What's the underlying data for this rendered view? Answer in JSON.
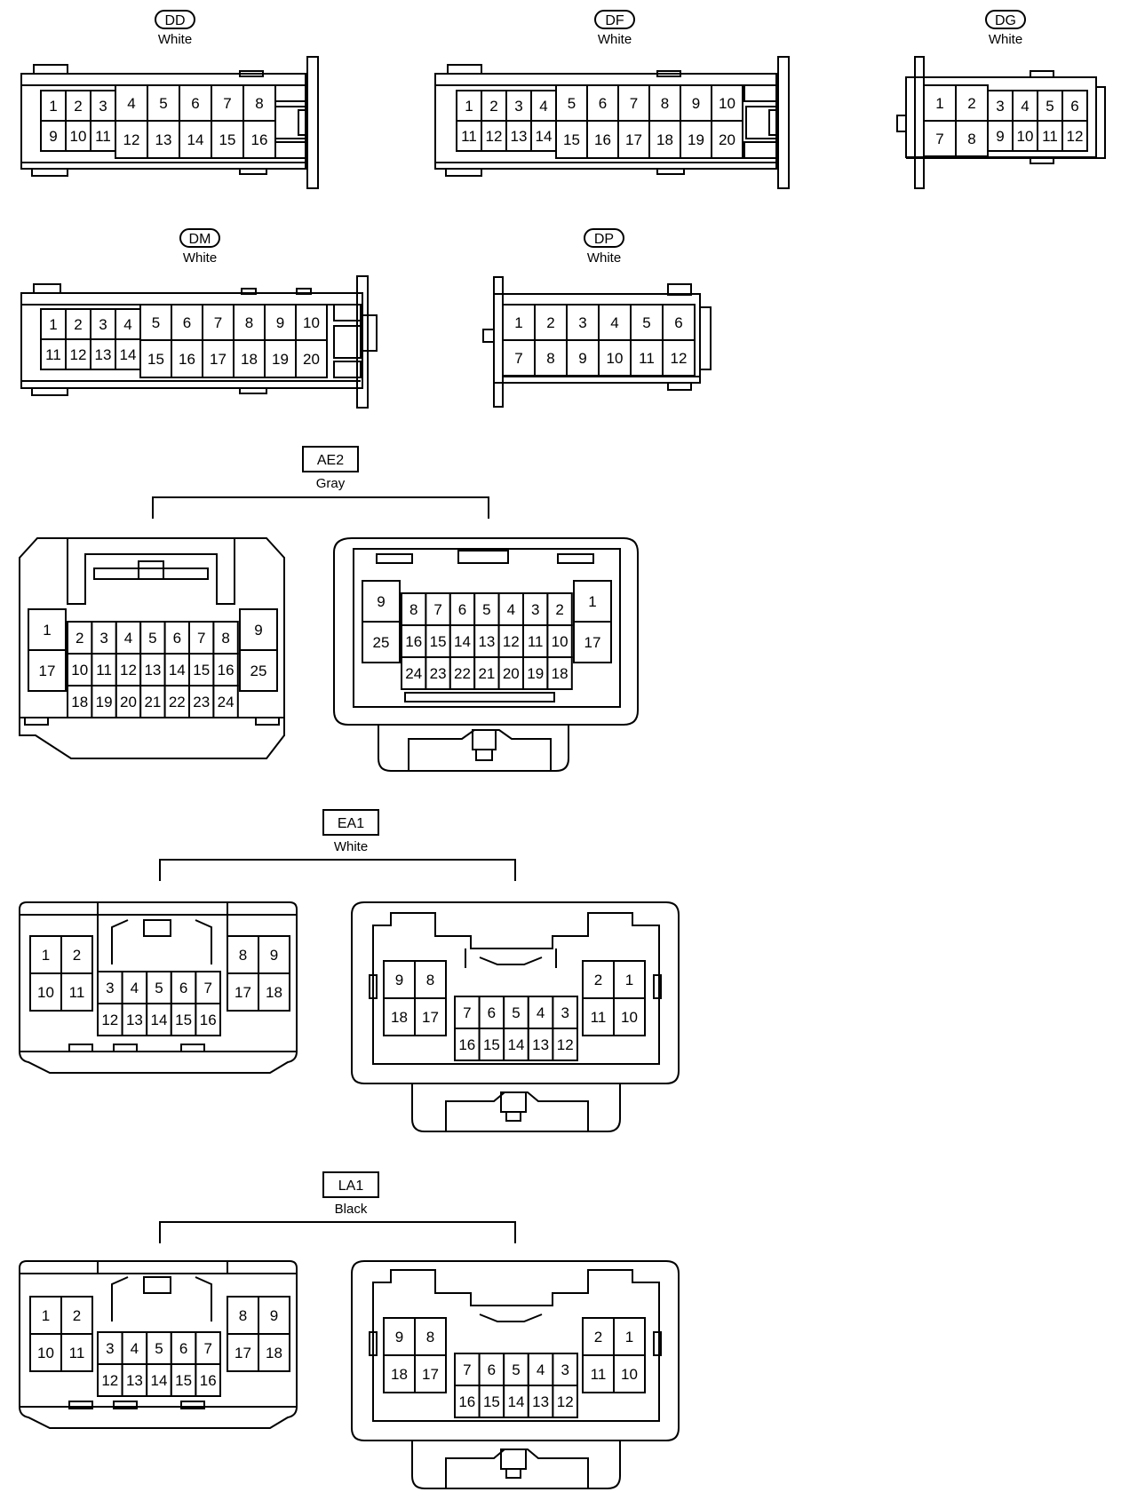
{
  "small_connectors": [
    {
      "code": "DD",
      "color": "White",
      "rows": [
        [
          "1",
          "2",
          "3",
          "4",
          "5",
          "6",
          "7",
          "8"
        ],
        [
          "9",
          "10",
          "11",
          "12",
          "13",
          "14",
          "15",
          "16"
        ]
      ]
    },
    {
      "code": "DF",
      "color": "White",
      "rows": [
        [
          "1",
          "2",
          "3",
          "4",
          "5",
          "6",
          "7",
          "8",
          "9",
          "10"
        ],
        [
          "11",
          "12",
          "13",
          "14",
          "15",
          "16",
          "17",
          "18",
          "19",
          "20"
        ]
      ]
    },
    {
      "code": "DG",
      "color": "White",
      "rows": [
        [
          "1",
          "2",
          "3",
          "4",
          "5",
          "6"
        ],
        [
          "7",
          "8",
          "9",
          "10",
          "11",
          "12"
        ]
      ]
    },
    {
      "code": "DM",
      "color": "White",
      "rows": [
        [
          "1",
          "2",
          "3",
          "4",
          "5",
          "6",
          "7",
          "8",
          "9",
          "10"
        ],
        [
          "11",
          "12",
          "13",
          "14",
          "15",
          "16",
          "17",
          "18",
          "19",
          "20"
        ]
      ]
    },
    {
      "code": "DP",
      "color": "White",
      "rows": [
        [
          "1",
          "2",
          "3",
          "4",
          "5",
          "6"
        ],
        [
          "7",
          "8",
          "9",
          "10",
          "11",
          "12"
        ]
      ]
    }
  ],
  "pair_connectors": [
    {
      "code": "AE2",
      "color": "Gray",
      "left": {
        "side_left": [
          "1",
          "17"
        ],
        "rows": [
          [
            "2",
            "3",
            "4",
            "5",
            "6",
            "7",
            "8"
          ],
          [
            "10",
            "11",
            "12",
            "13",
            "14",
            "15",
            "16"
          ],
          [
            "18",
            "19",
            "20",
            "21",
            "22",
            "23",
            "24"
          ]
        ],
        "side_right": [
          "9",
          "25"
        ]
      },
      "right": {
        "side_left": [
          "9",
          "25"
        ],
        "rows": [
          [
            "8",
            "7",
            "6",
            "5",
            "4",
            "3",
            "2"
          ],
          [
            "16",
            "15",
            "14",
            "13",
            "12",
            "11",
            "10"
          ],
          [
            "24",
            "23",
            "22",
            "21",
            "20",
            "19",
            "18"
          ]
        ],
        "side_right": [
          "1",
          "17"
        ]
      }
    },
    {
      "code": "EA1",
      "color": "White",
      "left": {
        "block_left": [
          [
            "1",
            "2"
          ],
          [
            "10",
            "11"
          ]
        ],
        "center": [
          [
            "3",
            "4",
            "5",
            "6",
            "7"
          ],
          [
            "12",
            "13",
            "14",
            "15",
            "16"
          ]
        ],
        "block_right": [
          [
            "8",
            "9"
          ],
          [
            "17",
            "18"
          ]
        ]
      },
      "right": {
        "block_left": [
          [
            "9",
            "8"
          ],
          [
            "18",
            "17"
          ]
        ],
        "center": [
          [
            "7",
            "6",
            "5",
            "4",
            "3"
          ],
          [
            "16",
            "15",
            "14",
            "13",
            "12"
          ]
        ],
        "block_right": [
          [
            "2",
            "1"
          ],
          [
            "11",
            "10"
          ]
        ]
      }
    },
    {
      "code": "LA1",
      "color": "Black",
      "left": {
        "block_left": [
          [
            "1",
            "2"
          ],
          [
            "10",
            "11"
          ]
        ],
        "center": [
          [
            "3",
            "4",
            "5",
            "6",
            "7"
          ],
          [
            "12",
            "13",
            "14",
            "15",
            "16"
          ]
        ],
        "block_right": [
          [
            "8",
            "9"
          ],
          [
            "17",
            "18"
          ]
        ]
      },
      "right": {
        "block_left": [
          [
            "9",
            "8"
          ],
          [
            "18",
            "17"
          ]
        ],
        "center": [
          [
            "7",
            "6",
            "5",
            "4",
            "3"
          ],
          [
            "16",
            "15",
            "14",
            "13",
            "12"
          ]
        ],
        "block_right": [
          [
            "2",
            "1"
          ],
          [
            "11",
            "10"
          ]
        ]
      }
    }
  ]
}
